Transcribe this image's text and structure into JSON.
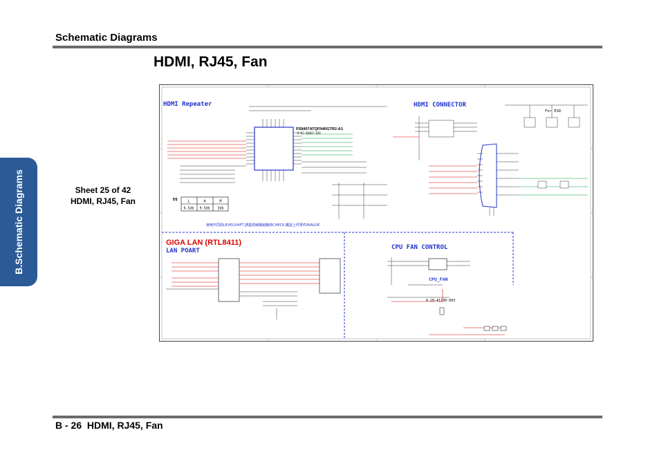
{
  "header": {
    "section": "Schematic  Diagrams",
    "title": "HDMI, RJ45, Fan"
  },
  "side_tab": {
    "label": "B.Schematic Diagrams"
  },
  "sheet": {
    "line1": "Sheet 25 of 42",
    "line2": "HDMI, RJ45, Fan"
  },
  "footer": {
    "page": "B - 26",
    "title": "HDMI, RJ45, Fan"
  },
  "schematic": {
    "hdmi_repeater": "HDMI Repeater",
    "hdmi_connector": "HDMI CONNECTOR",
    "chip": "PS8407ATQFN40GTR2-A1",
    "eq_label": "EQ",
    "eq_headers": [
      "L",
      "H",
      "M"
    ],
    "eq_values": [
      "6.5db",
      "9.5db",
      "3db"
    ],
    "note": "使用不同的LEVELSHIFT,請提供線路給廠商CHECK,確認上件零件AVALOE",
    "giga_lan": "GIGA LAN (RTL8411)",
    "lan_port": "LAN POART",
    "cpu_fan_control": "CPU FAN CONTROL",
    "cpu_fan": "CPU_FAN",
    "fan_part": "6-20-41130-003",
    "for_esd": "For ESD"
  },
  "colors": {
    "accent": "#2b5a97",
    "schematic_blue": "#2233cc",
    "schematic_red": "#dd0000"
  }
}
